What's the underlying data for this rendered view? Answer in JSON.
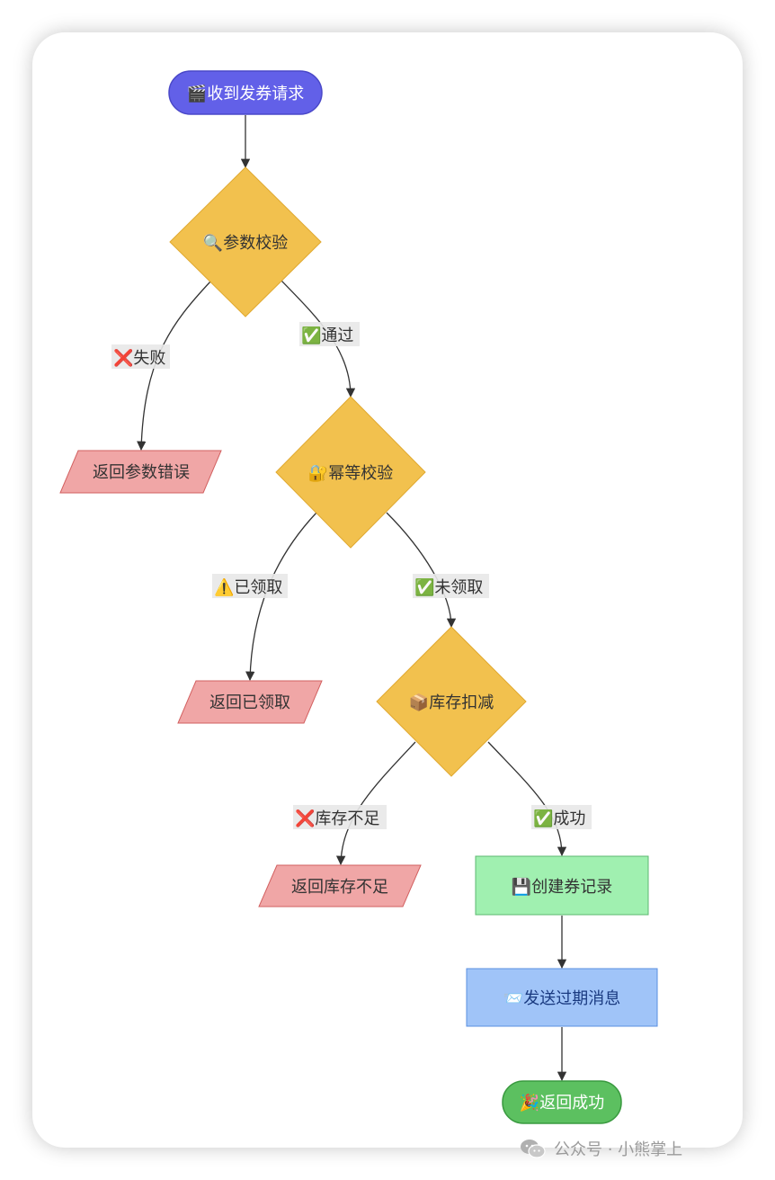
{
  "diagram": {
    "type": "flowchart",
    "colors": {
      "start": "#6260e8",
      "decision": "#f2c14e",
      "error": "#f0a6a6",
      "process_green": "#a0f0b0",
      "process_blue": "#a0c4f8",
      "end": "#5cc060",
      "edge": "#333333",
      "label_bg": "#e8e8e8"
    },
    "nodes": {
      "start": {
        "icon": "🎬",
        "text": "收到发券请求"
      },
      "param_check": {
        "icon": "🔍",
        "text": "参数校验"
      },
      "param_error": {
        "text": "返回参数错误"
      },
      "idempotent_check": {
        "icon": "🔐",
        "text": "幂等校验"
      },
      "already_claimed": {
        "text": "返回已领取"
      },
      "stock_deduct": {
        "icon": "📦",
        "text": "库存扣减"
      },
      "stock_insufficient": {
        "text": "返回库存不足"
      },
      "create_record": {
        "icon": "💾",
        "text": "创建券记录"
      },
      "send_expire_msg": {
        "icon": "📨",
        "text": "发送过期消息"
      },
      "return_success": {
        "icon": "🎉",
        "text": "返回成功"
      }
    },
    "edges": {
      "fail": {
        "icon": "❌",
        "text": "失败"
      },
      "pass": {
        "icon": "✅",
        "text": "通过"
      },
      "claimed": {
        "icon": "⚠️",
        "text": "已领取"
      },
      "not_claimed": {
        "icon": "✅",
        "text": "未领取"
      },
      "stock_low": {
        "icon": "❌",
        "text": "库存不足"
      },
      "success": {
        "icon": "✅",
        "text": "成功"
      }
    }
  },
  "watermark": {
    "icon": "wechat-icon",
    "text": "公众号 · 小熊掌上"
  }
}
